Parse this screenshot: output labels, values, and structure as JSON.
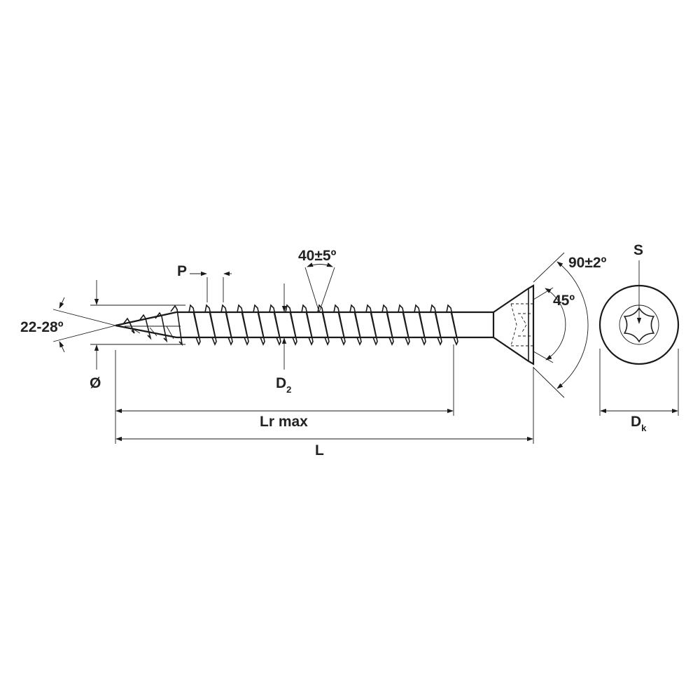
{
  "labels": {
    "tip_angle": "22-28º",
    "pitch": "P",
    "thread_angle": "40±5º",
    "head_angle": "90±2º",
    "recess_angle": "45º",
    "drive": "S",
    "diameter": "Ø",
    "core_main": "D",
    "core_sub": "2",
    "thread_length": "Lr max",
    "length": "L",
    "head_dia_main": "D",
    "head_dia_sub": "k"
  },
  "colors": {
    "line": "#1a1a1a",
    "text": "#222222",
    "background": "#ffffff"
  }
}
